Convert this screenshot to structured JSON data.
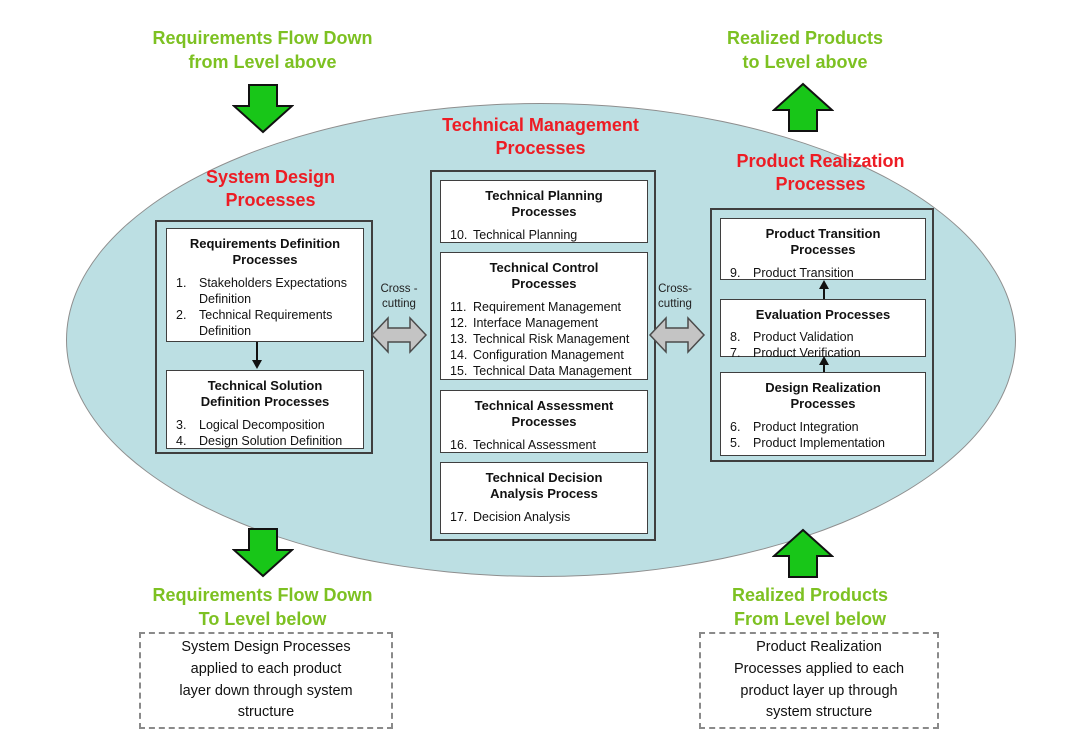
{
  "colors": {
    "ellipse_fill": "#bcdfe3",
    "red_title": "#ed1c24",
    "green_text": "#7dc122",
    "arrow_green": "#18c618",
    "arrow_gray": "#c4c4c4"
  },
  "flows": {
    "top_left": "Requirements Flow Down\nfrom Level above",
    "top_right": "Realized Products\nto Level above",
    "bottom_left": "Requirements Flow Down\nTo Level below",
    "bottom_right": "Realized Products\nFrom Level below"
  },
  "cross_cutting": {
    "left": "Cross -\ncutting",
    "right": "Cross-\ncutting"
  },
  "notes": {
    "left": "System Design Processes\napplied to each product\nlayer down through system\nstructure",
    "right": "Product Realization\nProcesses applied to each\nproduct layer up through\nsystem structure"
  },
  "groups": {
    "system_design": {
      "title": "System Design\nProcesses",
      "boxes": [
        {
          "header": "Requirements Definition\nProcesses",
          "items": [
            {
              "num": "1.",
              "text": "Stakeholders Expectations Definition"
            },
            {
              "num": "2.",
              "text": "Technical Requirements Definition"
            }
          ]
        },
        {
          "header": "Technical Solution\nDefinition Processes",
          "items": [
            {
              "num": "3.",
              "text": "Logical Decomposition"
            },
            {
              "num": "4.",
              "text": "Design Solution Definition"
            }
          ]
        }
      ]
    },
    "technical_management": {
      "title": "Technical Management\nProcesses",
      "boxes": [
        {
          "header": "Technical Planning\nProcesses",
          "items": [
            {
              "num": "10.",
              "text": "Technical Planning"
            }
          ]
        },
        {
          "header": "Technical Control\nProcesses",
          "items": [
            {
              "num": "11.",
              "text": "Requirement Management"
            },
            {
              "num": "12.",
              "text": "Interface Management"
            },
            {
              "num": "13.",
              "text": "Technical Risk Management"
            },
            {
              "num": "14.",
              "text": "Configuration Management"
            },
            {
              "num": "15.",
              "text": "Technical Data Management"
            }
          ]
        },
        {
          "header": "Technical Assessment\nProcesses",
          "items": [
            {
              "num": "16.",
              "text": "Technical Assessment"
            }
          ]
        },
        {
          "header": "Technical Decision\nAnalysis Process",
          "items": [
            {
              "num": "17.",
              "text": "Decision Analysis"
            }
          ]
        }
      ]
    },
    "product_realization": {
      "title": "Product Realization\nProcesses",
      "boxes": [
        {
          "header": "Product Transition\nProcesses",
          "items": [
            {
              "num": "9.",
              "text": "Product Transition"
            }
          ]
        },
        {
          "header": "Evaluation Processes",
          "items": [
            {
              "num": "8.",
              "text": "Product Validation"
            },
            {
              "num": "7.",
              "text": "Product Verification"
            }
          ]
        },
        {
          "header": "Design Realization\nProcesses",
          "items": [
            {
              "num": "6.",
              "text": "Product Integration"
            },
            {
              "num": "5.",
              "text": "Product Implementation"
            }
          ]
        }
      ]
    }
  }
}
